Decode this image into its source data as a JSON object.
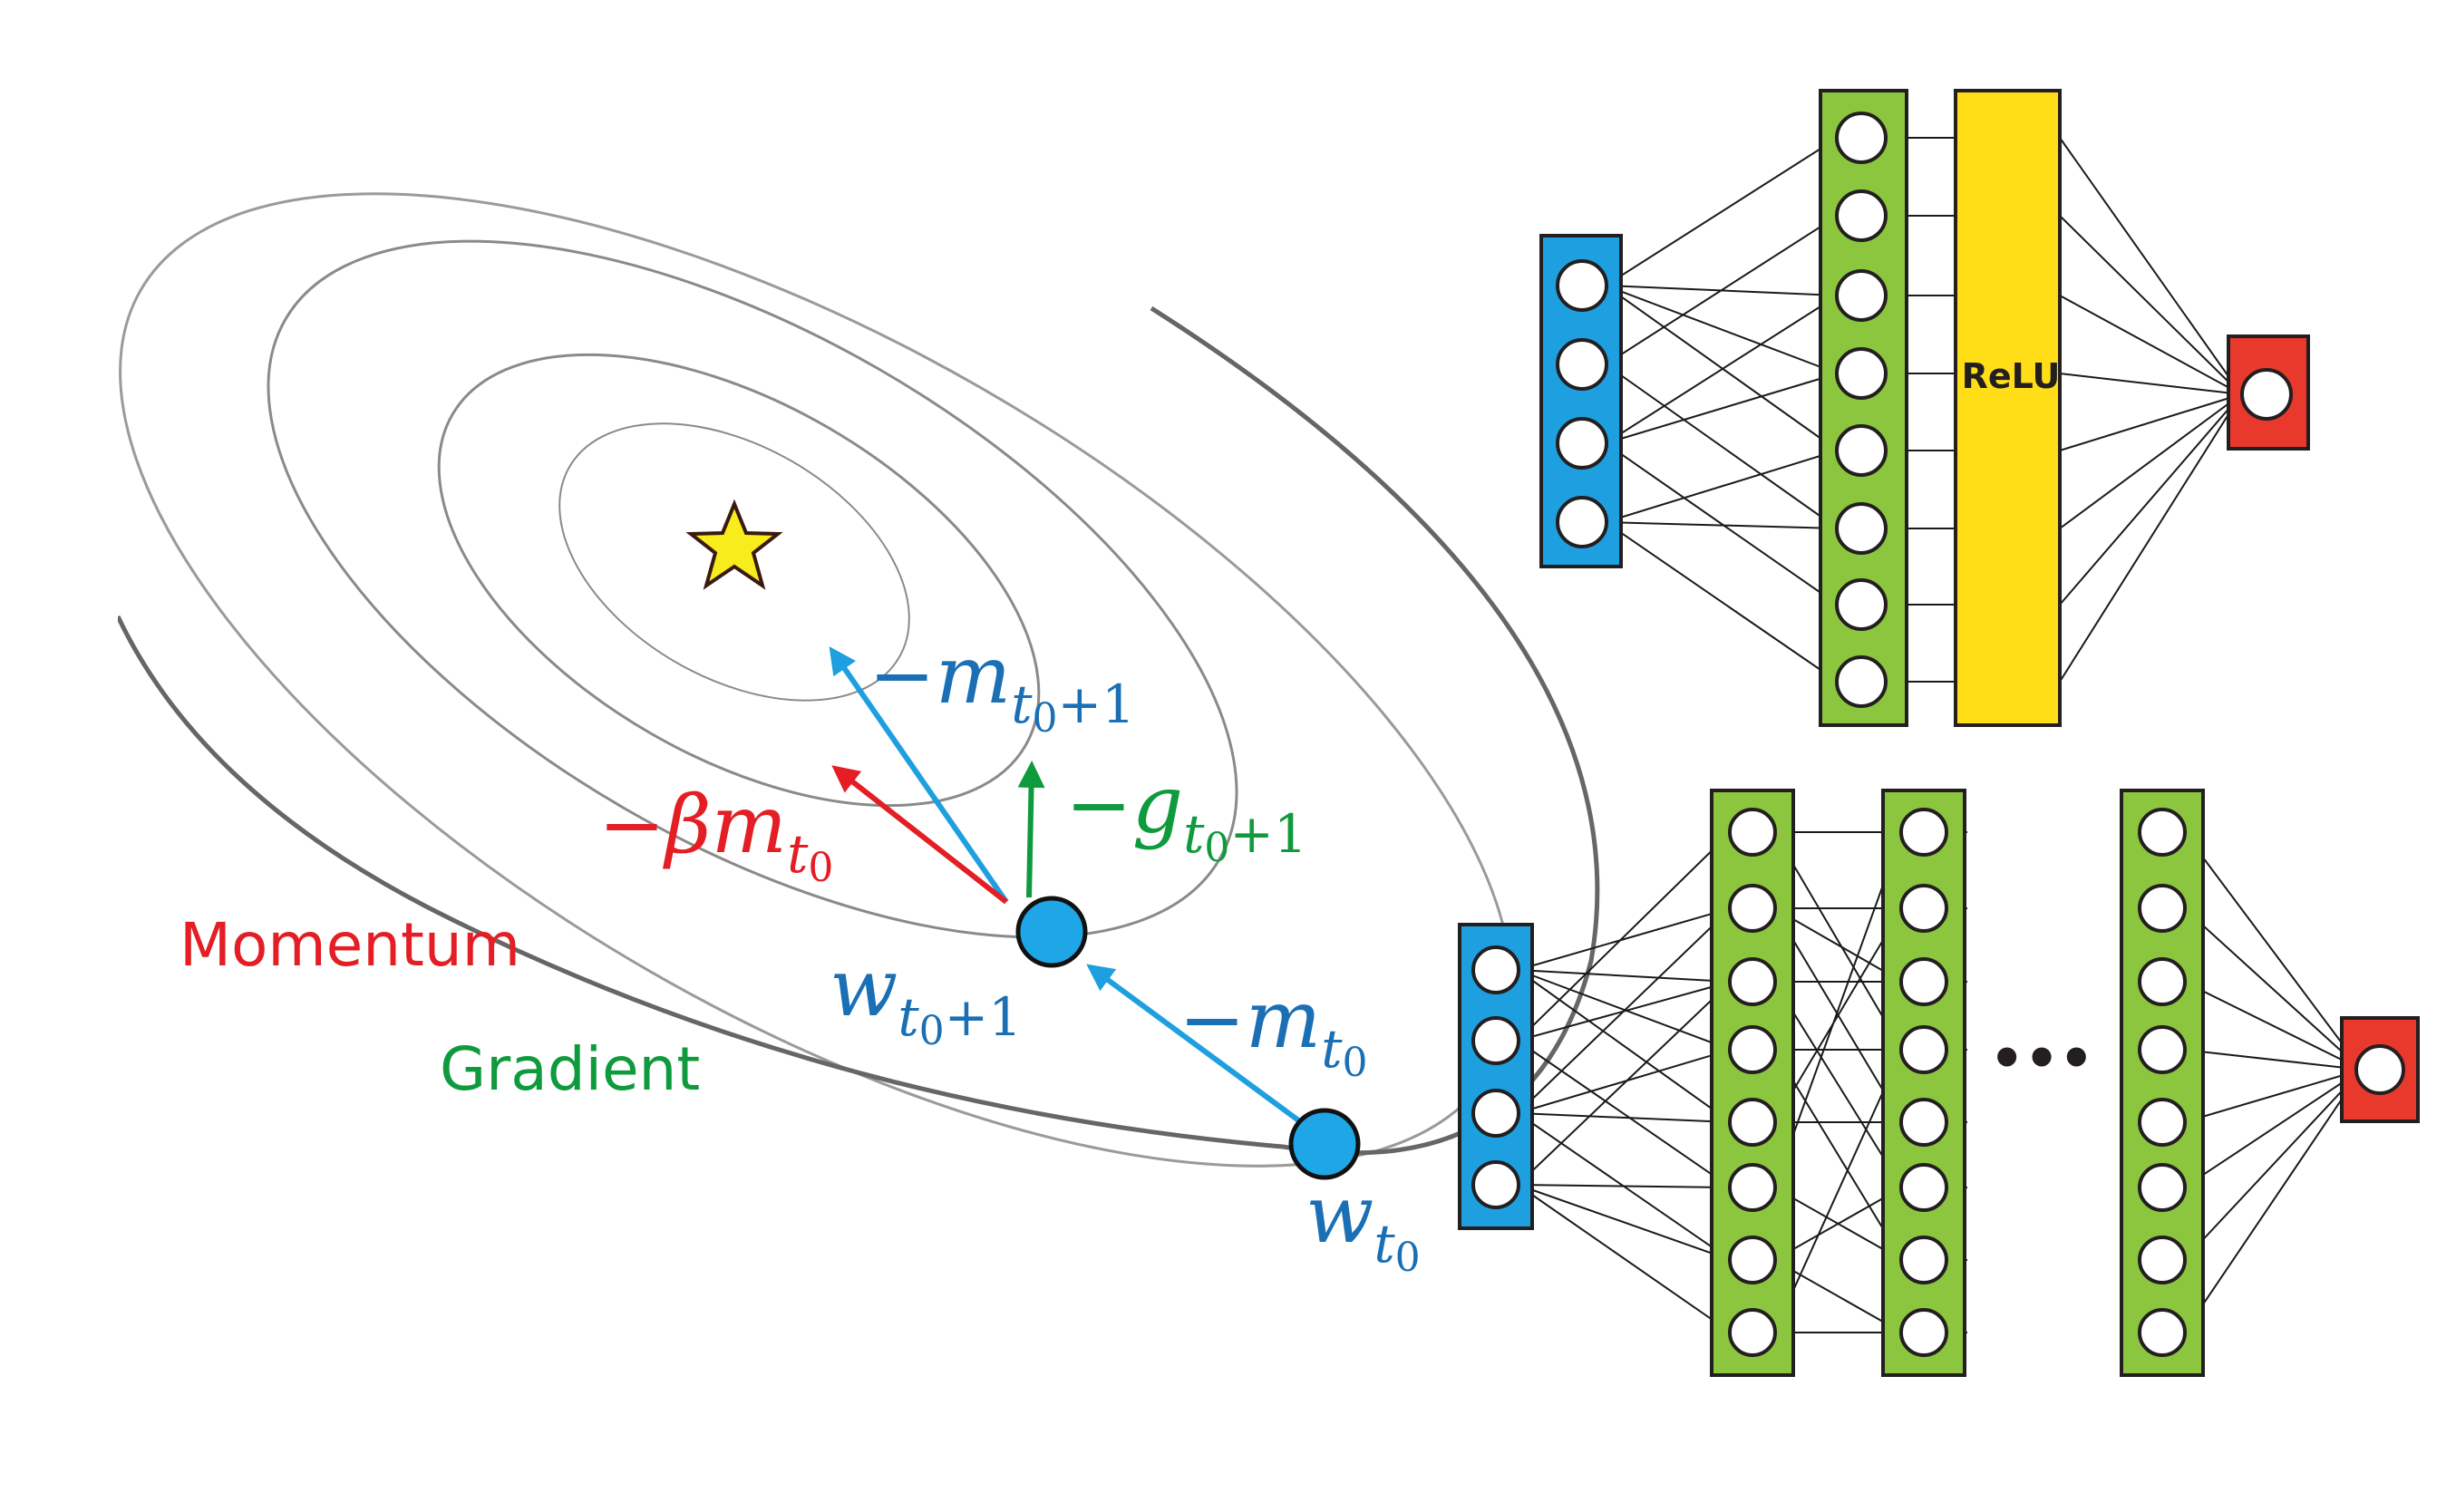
{
  "colors": {
    "contour": "#808080",
    "contour_outer": "#666666",
    "blue": "#1e9fe0",
    "blue_text": "#1a6fb5",
    "red": "#e31e24",
    "green": "#0f9a3d",
    "star_fill": "#f7ec1c",
    "input_layer": "#1e9fe0",
    "hidden_layer": "#8cc63f",
    "relu_layer": "#ffde17",
    "output_layer": "#e8392c"
  },
  "labels": {
    "momentum": "Momentum",
    "gradient": "Gradient",
    "relu": "ReLU",
    "ellipsis": "•••"
  },
  "math": {
    "m_next": {
      "sign": "−",
      "base": "m",
      "sub": "t",
      "subsub": "0",
      "tail": "+1"
    },
    "beta_m": {
      "sign": "−",
      "base": "βm",
      "sub": "t",
      "subsub": "0",
      "tail": ""
    },
    "g_next": {
      "sign": "−",
      "base": "g",
      "sub": "t",
      "subsub": "0",
      "tail": "+1"
    },
    "w_next": {
      "sign": "",
      "base": "w",
      "sub": "t",
      "subsub": "0",
      "tail": "+1"
    },
    "m_prev": {
      "sign": "−",
      "base": "m",
      "sub": "t",
      "subsub": "0",
      "tail": ""
    },
    "w_prev": {
      "sign": "",
      "base": "w",
      "sub": "t",
      "subsub": "0",
      "tail": ""
    }
  },
  "icons": {
    "star": "star-icon"
  }
}
